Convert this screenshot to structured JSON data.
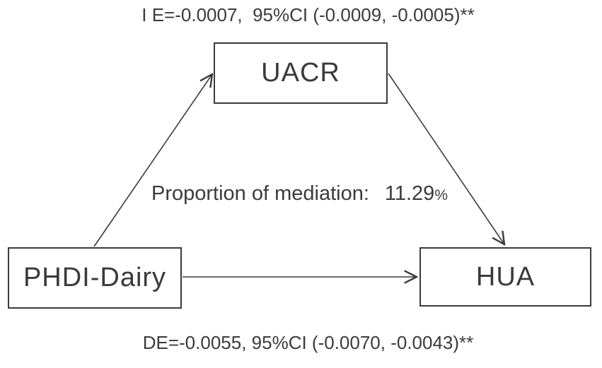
{
  "colors": {
    "background": "#ffffff",
    "ink": "#3b3b3b"
  },
  "annotations": {
    "indirect_effect": "I E=-0.0007,  95%CI (-0.0009, -0.0005)**",
    "proportion_label": "Proportion of mediation:",
    "proportion_value": "11.29",
    "percent_sign": "%",
    "direct_effect": "DE=-0.0055, 95%CI (-0.0070, -0.0043)**"
  },
  "nodes": [
    {
      "id": "uacr",
      "label": "UACR"
    },
    {
      "id": "phdi_dairy",
      "label": "PHDI-Dairy"
    },
    {
      "id": "hua",
      "label": "HUA"
    }
  ],
  "edges": [
    {
      "from": "PHDI-Dairy",
      "to": "UACR"
    },
    {
      "from": "UACR",
      "to": "HUA"
    },
    {
      "from": "PHDI-Dairy",
      "to": "HUA"
    }
  ]
}
